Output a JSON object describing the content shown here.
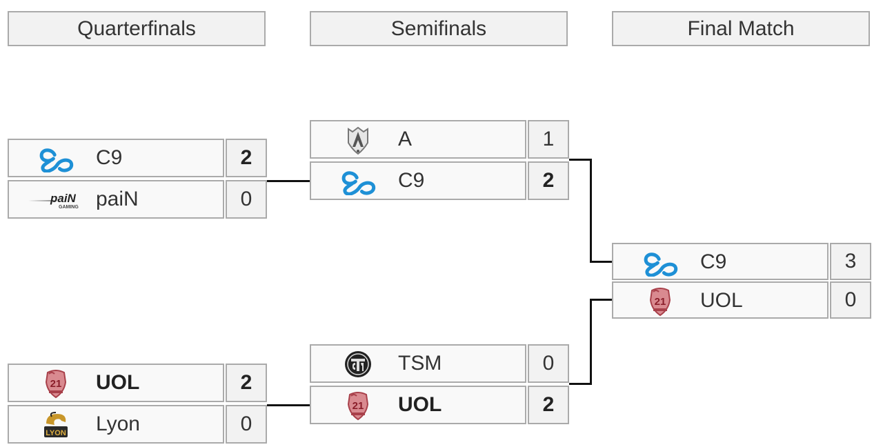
{
  "rounds": [
    {
      "label": "Quarterfinals"
    },
    {
      "label": "Semifinals"
    },
    {
      "label": "Final Match"
    }
  ],
  "matches": {
    "qf1": {
      "top": {
        "name": "C9",
        "score": "2",
        "logo": "cloud9-icon",
        "winner": true
      },
      "bottom": {
        "name": "paiN",
        "score": "0",
        "logo": "pain-gaming-icon",
        "winner": false
      }
    },
    "qf2": {
      "top": {
        "name": "UOL",
        "score": "2",
        "logo": "uol-icon",
        "winner": true
      },
      "bottom": {
        "name": "Lyon",
        "score": "0",
        "logo": "lyon-icon",
        "winner": false
      }
    },
    "sf1": {
      "top": {
        "name": "A",
        "score": "1",
        "logo": "alliance-icon",
        "winner": false
      },
      "bottom": {
        "name": "C9",
        "score": "2",
        "logo": "cloud9-icon",
        "winner": true
      }
    },
    "sf2": {
      "top": {
        "name": "TSM",
        "score": "0",
        "logo": "tsm-icon",
        "winner": false
      },
      "bottom": {
        "name": "UOL",
        "score": "2",
        "logo": "uol-icon",
        "winner": true
      }
    },
    "final": {
      "top": {
        "name": "C9",
        "score": "3",
        "logo": "cloud9-icon",
        "winner": false
      },
      "bottom": {
        "name": "UOL",
        "score": "0",
        "logo": "uol-icon",
        "winner": false
      }
    }
  },
  "logo_text": {
    "pain": "paiN",
    "pain_sub": "GAMING",
    "uol": "21",
    "lyon": "LYON",
    "tsm": "TSM"
  },
  "colors": {
    "cloud9": "#1e90d6",
    "uol": "#c0505a",
    "lyon": "#b07a20",
    "border": "#aaaaaa",
    "connector": "#111111"
  }
}
